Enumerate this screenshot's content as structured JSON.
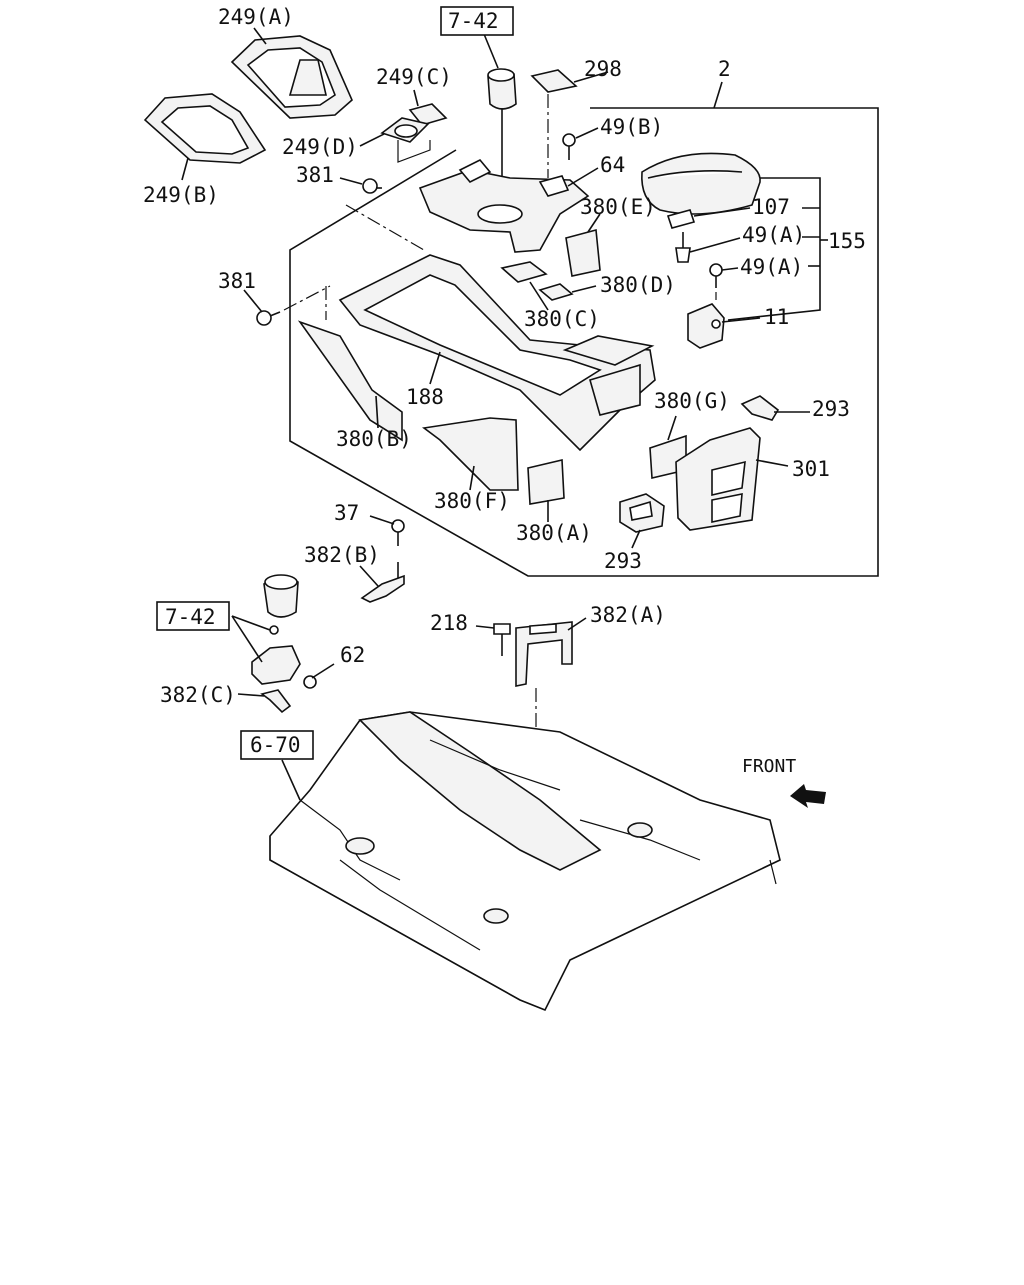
{
  "labels": {
    "l249A": "249(A)",
    "l249B": "249(B)",
    "l249C": "249(C)",
    "l249D": "249(D)",
    "l742top": "7-42",
    "l298": "298",
    "l2": "2",
    "l49B": "49(B)",
    "l64": "64",
    "l381a": "381",
    "l381b": "381",
    "l380E": "380(E)",
    "l107": "107",
    "l49A1": "49(A)",
    "l155": "155",
    "l49A2": "49(A)",
    "l380D": "380(D)",
    "l380C": "380(C)",
    "l11": "11",
    "l188": "188",
    "l380G": "380(G)",
    "l293a": "293",
    "l380B": "380(B)",
    "l301": "301",
    "l380F": "380(F)",
    "l380A": "380(A)",
    "l293b": "293",
    "l37": "37",
    "l382B": "382(B)",
    "l742bot": "7-42",
    "l218": "218",
    "l382A": "382(A)",
    "l62": "62",
    "l382C": "382(C)",
    "l670": "6-70",
    "front": "FRONT"
  }
}
